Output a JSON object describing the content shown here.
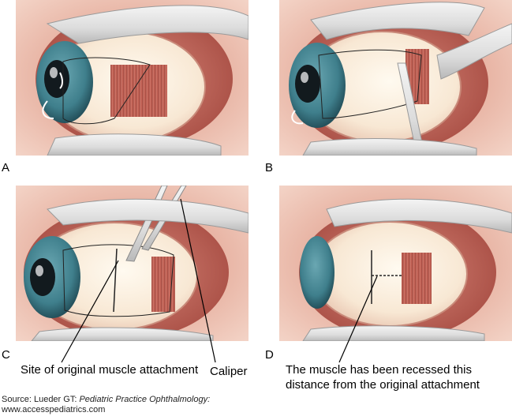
{
  "panels": [
    {
      "id": "A",
      "label": "A"
    },
    {
      "id": "B",
      "label": "B"
    },
    {
      "id": "C",
      "label": "C"
    },
    {
      "id": "D",
      "label": "D"
    }
  ],
  "annotations": {
    "site_label": "Site of original muscle attachment",
    "caliper_label": "Caliper",
    "recess_label": "The muscle has been recessed this distance from the original attachment"
  },
  "credit": {
    "prefix": "Source: Lueder GT: ",
    "book": "Pediatric Practice Ophthalmology:",
    "url": "www.accesspediatrics.com"
  },
  "colors": {
    "skin": "#e8b4a4",
    "tissue": "#c86f62",
    "sclera": "#fbf1e2",
    "iris": "#3f7f8c",
    "pupil": "#121a1e",
    "instrument": "#dcdcdc",
    "muscle": "#c66356"
  }
}
